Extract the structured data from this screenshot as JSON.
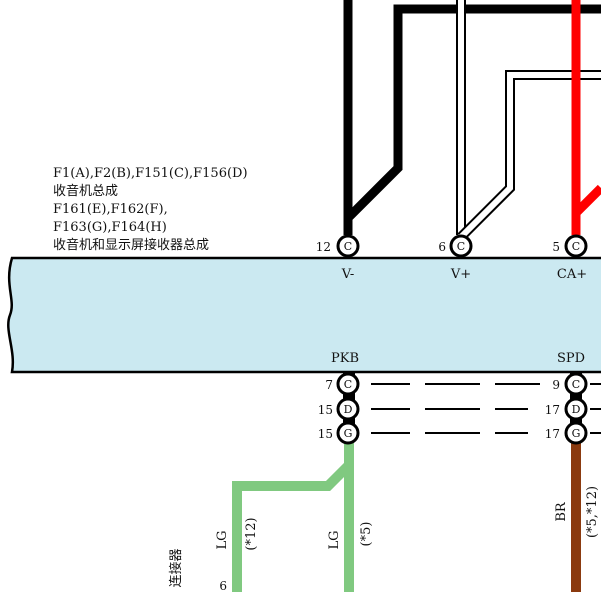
{
  "header": {
    "lines": [
      "F1(A),F2(B),F151(C),F156(D)",
      "收音机总成",
      "F161(E),F162(F),",
      "F163(G),F164(H)",
      "收音机和显示屏接收器总成"
    ]
  },
  "top_connectors": [
    {
      "pin": "12",
      "letter": "C",
      "signal": "V-"
    },
    {
      "pin": "6",
      "letter": "C",
      "signal": "V+"
    },
    {
      "pin": "5",
      "letter": "C",
      "signal": "CA+"
    }
  ],
  "bottom_signals": {
    "left": "PKB",
    "right": "SPD"
  },
  "bottom_connectors_left": [
    {
      "pin": "7",
      "letter": "C"
    },
    {
      "pin": "15",
      "letter": "D"
    },
    {
      "pin": "15",
      "letter": "G"
    }
  ],
  "bottom_connectors_right": [
    {
      "pin": "9",
      "letter": "C"
    },
    {
      "pin": "17",
      "letter": "D"
    },
    {
      "pin": "17",
      "letter": "G"
    }
  ],
  "wire_labels": [
    {
      "color_code": "LG",
      "note": "(*12)"
    },
    {
      "color_code": "LG",
      "note": "(*5)"
    },
    {
      "color_code": "BR",
      "note": "(*5,*12)"
    }
  ],
  "bottom_left": {
    "pin": "6",
    "partial_text": "连接器"
  },
  "wire_colors": {
    "black": "#000000",
    "white": "#ffffff",
    "red": "#ff0000",
    "light_green": "#80c980",
    "brown": "#8b3a0f",
    "module_fill": "#cbe9f1"
  }
}
